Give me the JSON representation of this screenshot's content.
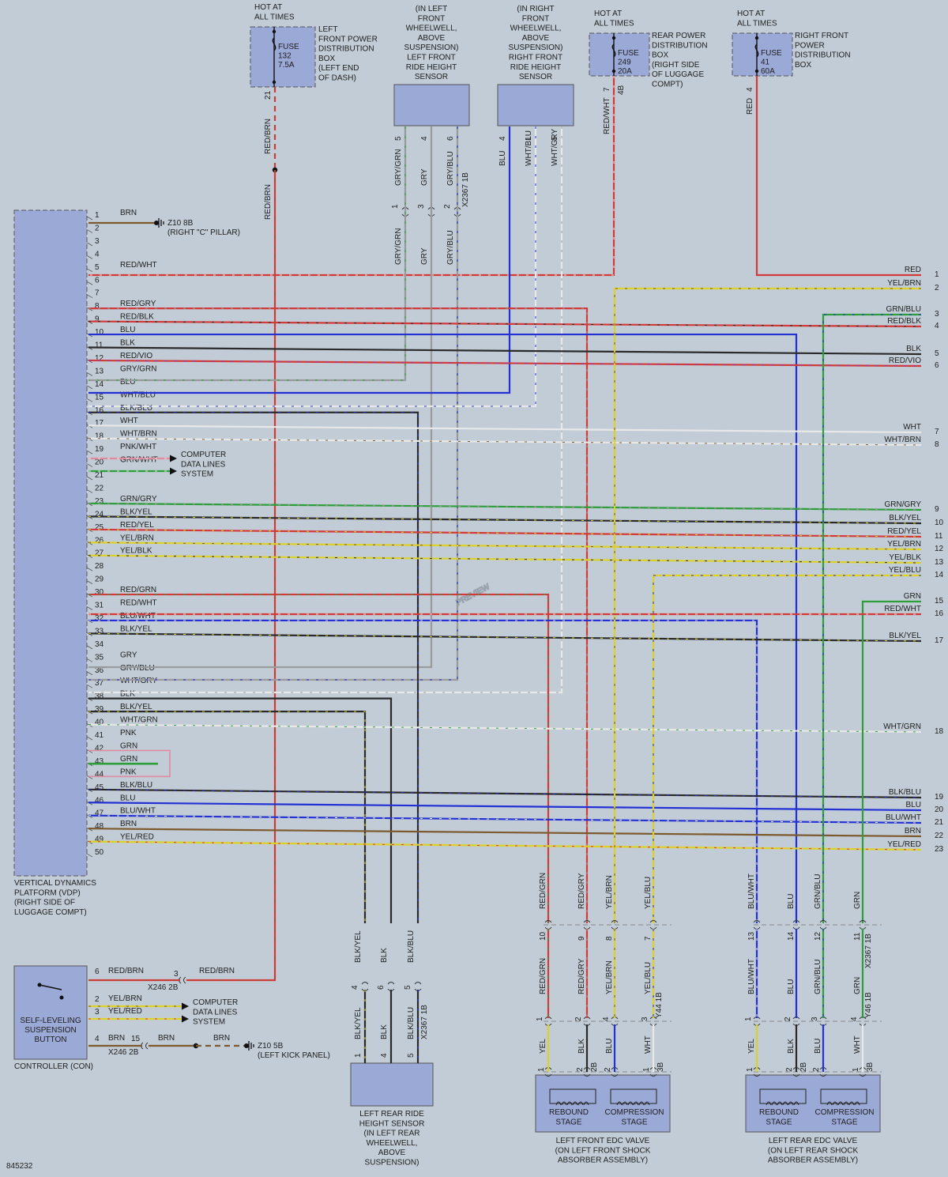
{
  "diagram_id": "845232",
  "watermark": "PREVIEW",
  "colors": {
    "RED": "#d23a3a",
    "WHT": "#e8e8e8",
    "BLU": "#2230d4",
    "GRN": "#2e9e3a",
    "YEL": "#dcd12a",
    "BLK": "#2a2a2a",
    "GRY": "#9a9a9a",
    "BRN": "#7d5a2e",
    "PNK": "#e08aa0",
    "VIO": "#8a3ab8",
    "fuse_box": "#9ba9d7",
    "background": "#c1ccd6"
  },
  "components": {
    "fuse132": {
      "hot": [
        "HOT AT",
        "ALL TIMES"
      ],
      "label": [
        "FUSE",
        "132",
        "7.5A"
      ],
      "desc": [
        "LEFT",
        "FRONT POWER",
        "DISTRIBUTION",
        "BOX",
        "(LEFT END",
        "OF DASH)"
      ],
      "pin": "21",
      "wire": "RED/BRN"
    },
    "fuse249": {
      "hot": [
        "HOT AT",
        "ALL TIMES"
      ],
      "label": [
        "FUSE",
        "249",
        "20A"
      ],
      "desc": [
        "REAR POWER",
        "DISTRIBUTION",
        "BOX",
        "(RIGHT SIDE",
        "OF LUGGAGE",
        "COMPT)"
      ],
      "pin": "7",
      "conn": "4B",
      "wire": "RED/WHT"
    },
    "fuse41": {
      "hot": [
        "HOT AT",
        "ALL TIMES"
      ],
      "label": [
        "FUSE",
        "41",
        "60A"
      ],
      "desc": [
        "RIGHT FRONT",
        "POWER",
        "DISTRIBUTION",
        "BOX"
      ],
      "pin": "4",
      "wire": "RED"
    },
    "lf_sensor": {
      "desc": [
        "(IN LEFT",
        "FRONT",
        "WHEELWELL,",
        "ABOVE",
        "SUSPENSION)",
        "LEFT FRONT",
        "RIDE HEIGHT",
        "SENSOR"
      ],
      "wires": [
        {
          "c": "GRY/GRN",
          "p": "5",
          "p2": "1"
        },
        {
          "c": "GRY",
          "p": "4",
          "p2": "3"
        },
        {
          "c": "GRY/BLU",
          "p": "6",
          "p2": "2"
        }
      ],
      "conn": "X2367 1B"
    },
    "rf_sensor": {
      "desc": [
        "(IN RIGHT",
        "FRONT",
        "WHEELWELL,",
        "ABOVE",
        "SUSPENSION)",
        "RIGHT FRONT",
        "RIDE HEIGHT",
        "SENSOR"
      ],
      "wires": [
        {
          "c": "BLU",
          "p": "4"
        },
        {
          "c": "WHT/BLU",
          "p": "1"
        },
        {
          "c": "WHT/GRY",
          "p": "5"
        }
      ]
    },
    "vdp": {
      "desc": [
        "VERTICAL DYNAMICS",
        "PLATFORM (VDP)",
        "(RIGHT SIDE OF",
        "LUGGAGE COMPT)"
      ]
    },
    "ground1": {
      "label": "Z10 8B",
      "desc": "(RIGHT \"C\" PILLAR)"
    },
    "ground2": {
      "label": "Z10 5B",
      "desc": "(LEFT KICK PANEL)"
    },
    "cdls": [
      "COMPUTER",
      "DATA LINES",
      "SYSTEM"
    ],
    "con": {
      "label": [
        "SELF-LEVELING",
        "SUSPENSION",
        "BUTTON"
      ],
      "desc": "CONTROLLER (CON)",
      "rows": [
        {
          "p": "6",
          "c": "RED/BRN",
          "p2": "3",
          "c2": "RED/BRN",
          "conn": "X246 2B"
        },
        {
          "p": "2",
          "c": "YEL/BRN"
        },
        {
          "p": "3",
          "c": "YEL/RED"
        },
        {
          "p": "4",
          "c": "BRN",
          "p2": "15",
          "c2": "BRN",
          "c3": "BRN",
          "conn": "X246 2B"
        }
      ]
    },
    "lr_sensor": {
      "desc": [
        "LEFT REAR RIDE",
        "HEIGHT SENSOR",
        "(IN LEFT REAR",
        "WHEELWELL,",
        "ABOVE",
        "SUSPENSION)"
      ],
      "wires": [
        {
          "c": "BLK/YEL",
          "p": "4",
          "p2": "1"
        },
        {
          "c": "BLK",
          "p": "6",
          "p2": "4"
        },
        {
          "c": "BLK/BLU",
          "p": "5",
          "p2": "5"
        }
      ],
      "conn": "X2367 1B"
    },
    "lf_edc": {
      "desc": [
        "LEFT FRONT EDC VALVE",
        "(ON LEFT FRONT SHOCK",
        "ABSORBER ASSEMBLY)"
      ],
      "stages": [
        [
          "REBOUND",
          "STAGE"
        ],
        [
          "COMPRESSION",
          "STAGE"
        ]
      ],
      "top": [
        {
          "c": "RED/GRN",
          "p": "10"
        },
        {
          "c": "RED/GRY",
          "p": "9"
        },
        {
          "c": "YEL/BRN",
          "p": "8"
        },
        {
          "c": "YEL/BLU",
          "p": "7"
        }
      ],
      "mid": [
        {
          "c": "RED/GRN",
          "p": "1"
        },
        {
          "c": "RED/GRY",
          "p": "2"
        },
        {
          "c": "YEL/BRN",
          "p": "4"
        },
        {
          "c": "YEL/BLU",
          "p": "3"
        }
      ],
      "conn": "Y44 1B",
      "bot": [
        {
          "c": "YEL",
          "p": "1"
        },
        {
          "c": "BLK",
          "p": "2"
        },
        {
          "c": "BLU",
          "p": "2"
        },
        {
          "c": "WHT",
          "p": "1"
        }
      ],
      "bconn": [
        "2B",
        "3B"
      ]
    },
    "lr_edc": {
      "desc": [
        "LEFT REAR EDC VALVE",
        "(ON LEFT REAR SHOCK",
        "ABSORBER ASSEMBLY)"
      ],
      "stages": [
        [
          "REBOUND",
          "STAGE"
        ],
        [
          "COMPRESSION",
          "STAGE"
        ]
      ],
      "top": [
        {
          "c": "BLU/WHT",
          "p": "13"
        },
        {
          "c": "BLU",
          "p": "14"
        },
        {
          "c": "GRN/BLU",
          "p": "12"
        },
        {
          "c": "GRN",
          "p": "11"
        }
      ],
      "mid": [
        {
          "c": "BLU/WHT",
          "p": "1"
        },
        {
          "c": "BLU",
          "p": "2"
        },
        {
          "c": "GRN/BLU",
          "p": "3"
        },
        {
          "c": "GRN",
          "p": "4"
        }
      ],
      "conn": "Y46 1B",
      "tconn": "X2367 1B",
      "bot": [
        {
          "c": "YEL",
          "p": "1"
        },
        {
          "c": "BLK",
          "p": "2"
        },
        {
          "c": "BLU",
          "p": "2"
        },
        {
          "c": "WHT",
          "p": "1"
        }
      ],
      "bconn": [
        "2B",
        "3B"
      ]
    }
  },
  "vdp_pins": [
    {
      "n": "1",
      "c": "BRN"
    },
    {
      "n": "2",
      "c": ""
    },
    {
      "n": "3",
      "c": ""
    },
    {
      "n": "4",
      "c": ""
    },
    {
      "n": "5",
      "c": "RED/WHT"
    },
    {
      "n": "6",
      "c": ""
    },
    {
      "n": "7",
      "c": ""
    },
    {
      "n": "8",
      "c": "RED/GRY"
    },
    {
      "n": "9",
      "c": "RED/BLK"
    },
    {
      "n": "10",
      "c": "BLU"
    },
    {
      "n": "11",
      "c": "BLK"
    },
    {
      "n": "12",
      "c": "RED/VIO"
    },
    {
      "n": "13",
      "c": "GRY/GRN"
    },
    {
      "n": "14",
      "c": "BLU"
    },
    {
      "n": "15",
      "c": "WHT/BLU"
    },
    {
      "n": "16",
      "c": "BLK/BLU"
    },
    {
      "n": "17",
      "c": "WHT"
    },
    {
      "n": "18",
      "c": "WHT/BRN"
    },
    {
      "n": "19",
      "c": "PNK/WHT"
    },
    {
      "n": "20",
      "c": "GRN/WHT"
    },
    {
      "n": "21",
      "c": ""
    },
    {
      "n": "22",
      "c": ""
    },
    {
      "n": "23",
      "c": "GRN/GRY"
    },
    {
      "n": "24",
      "c": "BLK/YEL"
    },
    {
      "n": "25",
      "c": "RED/YEL"
    },
    {
      "n": "26",
      "c": "YEL/BRN"
    },
    {
      "n": "27",
      "c": "YEL/BLK"
    },
    {
      "n": "28",
      "c": ""
    },
    {
      "n": "29",
      "c": ""
    },
    {
      "n": "30",
      "c": "RED/GRN"
    },
    {
      "n": "31",
      "c": "RED/WHT"
    },
    {
      "n": "32",
      "c": "BLU/WHT"
    },
    {
      "n": "33",
      "c": "BLK/YEL"
    },
    {
      "n": "34",
      "c": ""
    },
    {
      "n": "35",
      "c": "GRY"
    },
    {
      "n": "36",
      "c": "GRY/BLU"
    },
    {
      "n": "37",
      "c": "WHT/GRY"
    },
    {
      "n": "38",
      "c": "BLK"
    },
    {
      "n": "39",
      "c": "BLK/YEL"
    },
    {
      "n": "40",
      "c": "WHT/GRN"
    },
    {
      "n": "41",
      "c": "PNK"
    },
    {
      "n": "42",
      "c": "GRN"
    },
    {
      "n": "43",
      "c": "GRN"
    },
    {
      "n": "44",
      "c": "PNK"
    },
    {
      "n": "45",
      "c": "BLK/BLU"
    },
    {
      "n": "46",
      "c": "BLU"
    },
    {
      "n": "47",
      "c": "BLU/WHT"
    },
    {
      "n": "48",
      "c": "BRN"
    },
    {
      "n": "49",
      "c": "YEL/RED"
    },
    {
      "n": "50",
      "c": ""
    }
  ],
  "right_pins": [
    {
      "n": "1",
      "c": "RED"
    },
    {
      "n": "2",
      "c": "YEL/BRN"
    },
    {
      "n": "3",
      "c": "GRN/BLU"
    },
    {
      "n": "4",
      "c": "RED/BLK"
    },
    {
      "n": "5",
      "c": "BLK"
    },
    {
      "n": "6",
      "c": "RED/VIO"
    },
    {
      "n": "7",
      "c": "WHT"
    },
    {
      "n": "8",
      "c": "WHT/BRN"
    },
    {
      "n": "9",
      "c": "GRN/GRY"
    },
    {
      "n": "10",
      "c": "BLK/YEL"
    },
    {
      "n": "11",
      "c": "RED/YEL"
    },
    {
      "n": "12",
      "c": "YEL/BRN"
    },
    {
      "n": "13",
      "c": "YEL/BLK"
    },
    {
      "n": "14",
      "c": "YEL/BLU"
    },
    {
      "n": "15",
      "c": "GRN"
    },
    {
      "n": "16",
      "c": "RED/WHT"
    },
    {
      "n": "17",
      "c": "BLK/YEL"
    },
    {
      "n": "18",
      "c": "WHT/GRN"
    },
    {
      "n": "19",
      "c": "BLK/BLU"
    },
    {
      "n": "20",
      "c": "BLU"
    },
    {
      "n": "21",
      "c": "BLU/WHT"
    },
    {
      "n": "22",
      "c": "BRN"
    },
    {
      "n": "23",
      "c": "YEL/RED"
    }
  ]
}
